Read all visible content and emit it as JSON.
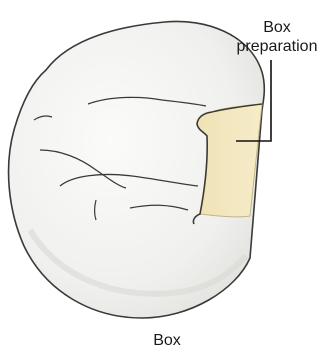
{
  "figure": {
    "callout_line1": "Box",
    "callout_line2": "preparation",
    "caption": "Box"
  },
  "colors": {
    "tooth_fill": "#f3f3f1",
    "tooth_shade": "#e4e4e1",
    "tooth_outline": "#3a3a3a",
    "box_fill": "#f2e6bf",
    "box_edge": "#c9b66f",
    "leader_line": "#111111"
  },
  "icons": [
    "tooth-illustration"
  ]
}
